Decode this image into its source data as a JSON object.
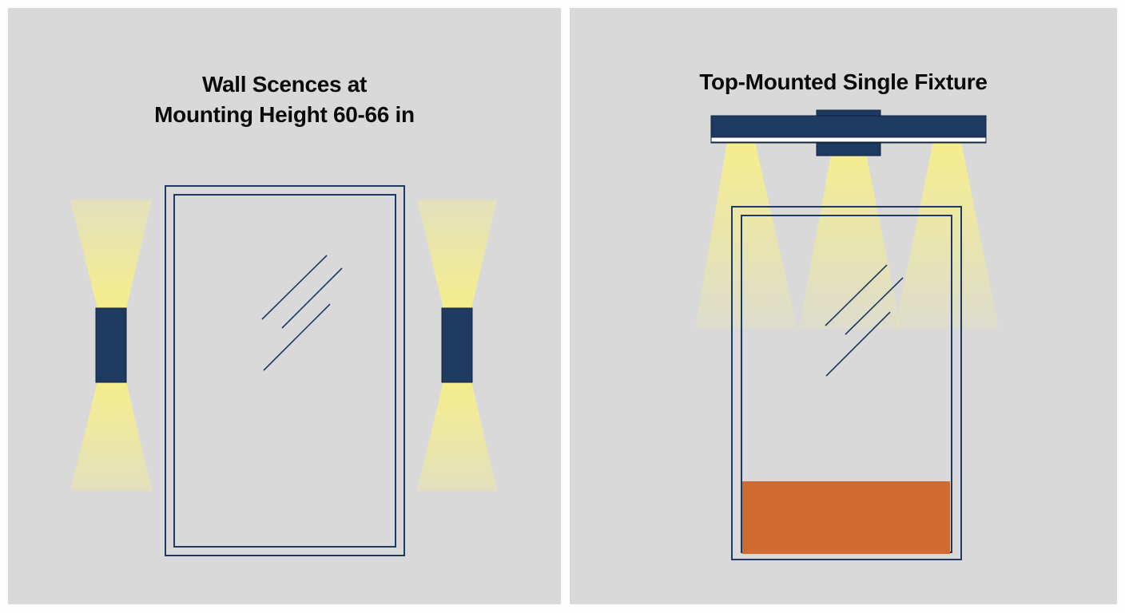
{
  "panels": {
    "left": {
      "title_line1": "Wall Scences at",
      "title_line2": "Mounting Height 60-66 in"
    },
    "right": {
      "title": "Top-Mounted Single Fixture"
    }
  },
  "colors": {
    "background": "#d9d9d9",
    "fixture": "#1f3a60",
    "frame": "#1f3a60",
    "light": "#f5ee8c",
    "vanity": "#cf6a30",
    "page": "#fdfdfd"
  },
  "icons": {
    "sconce": "wall-sconce-icon",
    "bar_light": "vanity-bar-light-icon",
    "mirror": "mirror-icon",
    "glare": "mirror-reflection-icon",
    "beam": "light-beam-icon",
    "vanity": "vanity-cabinet-icon"
  }
}
